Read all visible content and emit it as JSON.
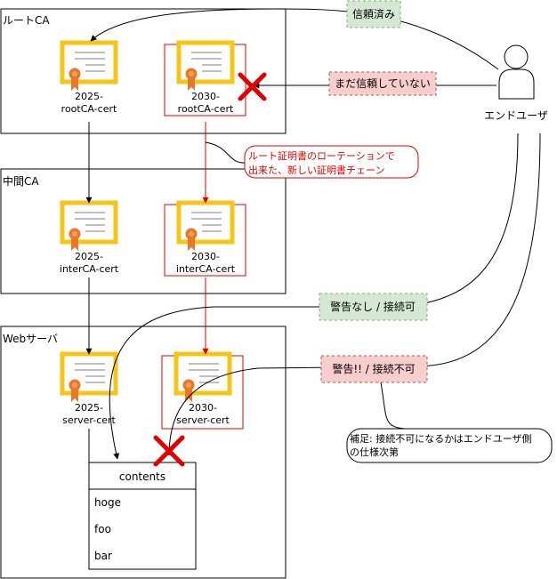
{
  "groups": {
    "root": "ルートCA",
    "inter": "中間CA",
    "web": "Webサーバ"
  },
  "certs": {
    "root_2025": [
      "2025-",
      "rootCA-cert"
    ],
    "root_2030": [
      "2030-",
      "rootCA-cert"
    ],
    "inter_2025": [
      "2025-",
      "interCA-cert"
    ],
    "inter_2030": [
      "2030-",
      "interCA-cert"
    ],
    "server_2025": [
      "2025-",
      "server-cert"
    ],
    "server_2030": [
      "2030-",
      "server-cert"
    ]
  },
  "labels": {
    "trusted": "信頼済み",
    "not_trusted": "まだ信頼していない",
    "warn_ok": "警告なし / 接続可",
    "warn_ng": "警告!! / 接続不可"
  },
  "notes": {
    "rotation": [
      "ルート証明書のローテーションで",
      "出来た、新しい証明書チェーン"
    ],
    "supplement": [
      "補足: 接続不可になるかはエンドユーザ側",
      "の仕様次第"
    ]
  },
  "actor": "エンドユーザ",
  "contents": {
    "title": "contents",
    "items": [
      "hoge",
      "foo",
      "bar"
    ]
  },
  "colors": {
    "cert_gold": "#F5C518",
    "cert_ribbon": "#E8762D",
    "red": "#E30000",
    "green_fill": "#D5E8D4",
    "green_stroke": "#82B366",
    "pink_fill": "#F8CECC",
    "pink_stroke": "#B85450"
  }
}
